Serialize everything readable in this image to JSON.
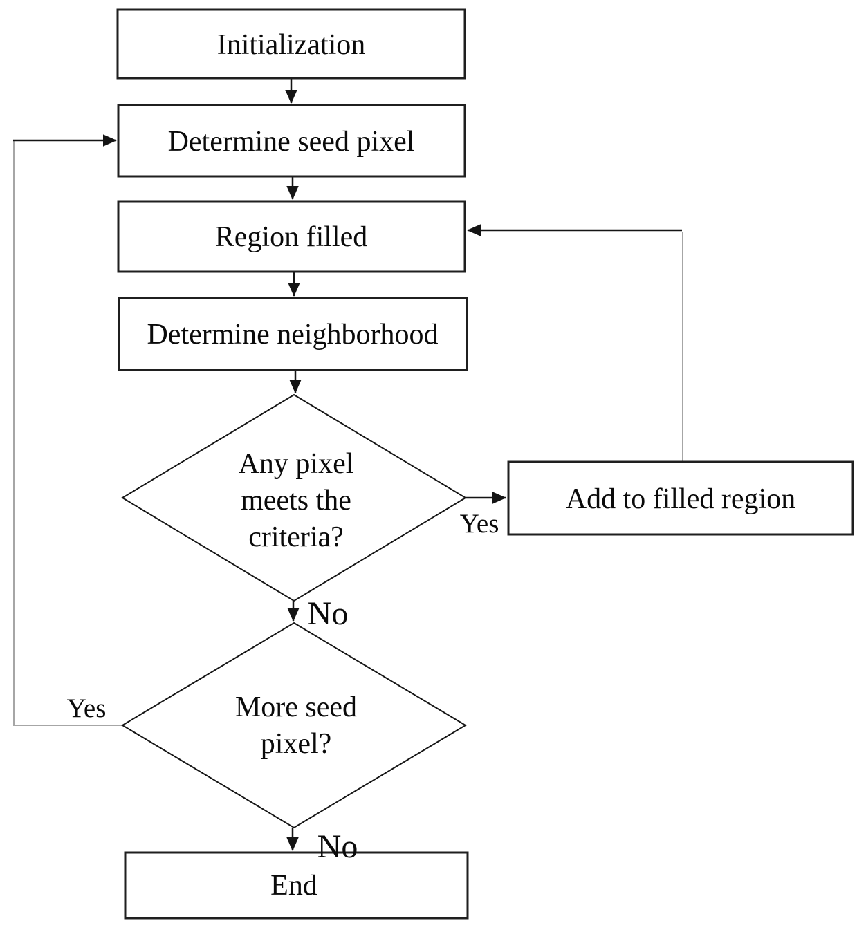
{
  "diagram": {
    "type": "flowchart",
    "background_color": "#ffffff",
    "line_color": "#141414",
    "loop_line_color": "#a6a6a6",
    "nodes": {
      "initialization": {
        "shape": "process",
        "label": "Initialization"
      },
      "determine_seed_pixel": {
        "shape": "process",
        "label": "Determine seed pixel"
      },
      "region_filled": {
        "shape": "process",
        "label": "Region filled"
      },
      "determine_neighborhood": {
        "shape": "process",
        "label": "Determine neighborhood"
      },
      "any_pixel_meets_criteria": {
        "shape": "decision",
        "lines": [
          "Any pixel",
          "meets the",
          "criteria?"
        ]
      },
      "add_to_filled_region": {
        "shape": "process",
        "label": "Add to filled region"
      },
      "more_seed_pixel": {
        "shape": "decision",
        "lines": [
          "More seed",
          "pixel?"
        ]
      },
      "end": {
        "shape": "process",
        "label": "End"
      }
    },
    "edges": [
      {
        "from": "initialization",
        "to": "determine_seed_pixel",
        "label": ""
      },
      {
        "from": "determine_seed_pixel",
        "to": "region_filled",
        "label": ""
      },
      {
        "from": "region_filled",
        "to": "determine_neighborhood",
        "label": ""
      },
      {
        "from": "determine_neighborhood",
        "to": "any_pixel_meets_criteria",
        "label": ""
      },
      {
        "from": "any_pixel_meets_criteria",
        "to": "add_to_filled_region",
        "label": "Yes"
      },
      {
        "from": "any_pixel_meets_criteria",
        "to": "more_seed_pixel",
        "label": "No"
      },
      {
        "from": "add_to_filled_region",
        "to": "region_filled",
        "label": ""
      },
      {
        "from": "more_seed_pixel",
        "to": "determine_seed_pixel",
        "label": "Yes"
      },
      {
        "from": "more_seed_pixel",
        "to": "end",
        "label": "No"
      }
    ]
  }
}
